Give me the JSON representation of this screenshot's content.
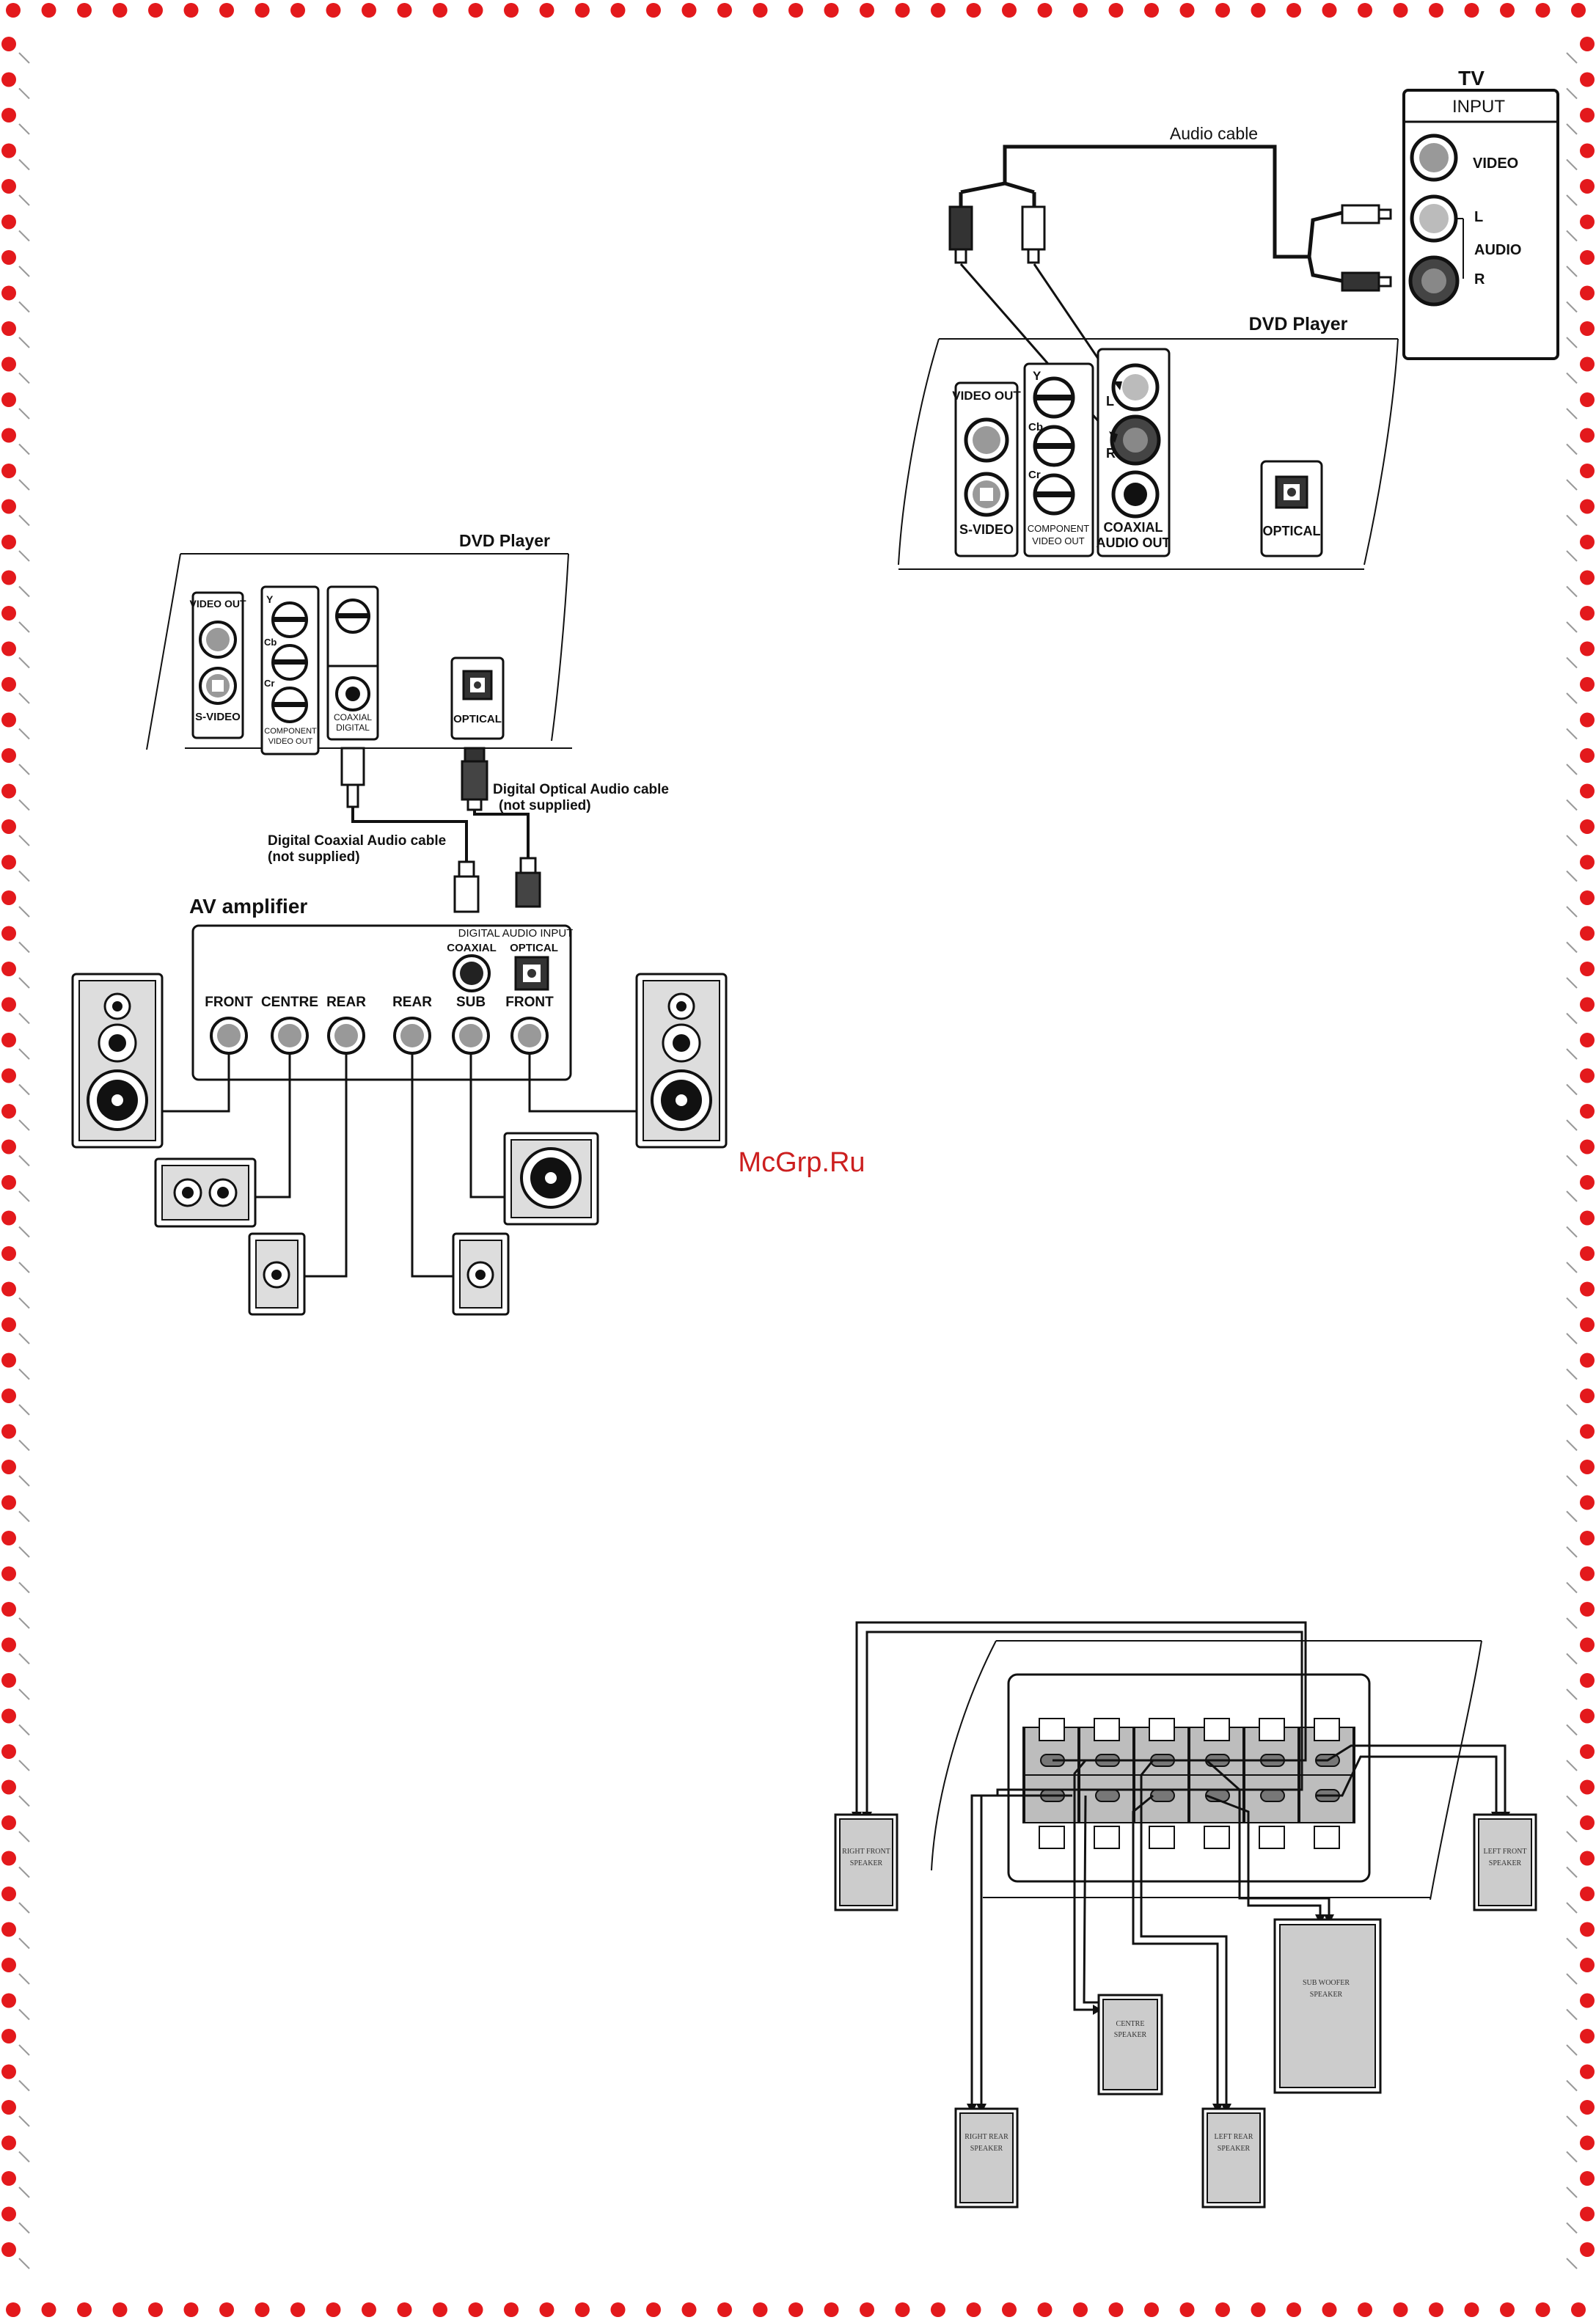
{
  "watermark": "McGrp.Ru",
  "colors": {
    "border_dot": "#e3191c",
    "watermark": "#cc1f1f",
    "jack_grey": "#999999",
    "speaker_grey": "#cccccc"
  },
  "tv_diagram": {
    "tv_title": "TV",
    "tv_input": "INPUT",
    "video": "VIDEO",
    "left": "L",
    "audio": "AUDIO",
    "right": "R",
    "audio_cable": "Audio cable",
    "dvd_player": "DVD Player",
    "video_out": "VIDEO OUT",
    "s_video": "S-VIDEO",
    "y": "Y",
    "cb": "Cb",
    "cr": "Cr",
    "component_video_out_1": "COMPONENT",
    "component_video_out_2": "VIDEO OUT",
    "l": "L",
    "r": "R",
    "coaxial_audio_out_1": "COAXIAL",
    "coaxial_audio_out_2": "AUDIO OUT",
    "optical": "OPTICAL"
  },
  "amp_diagram": {
    "dvd_player": "DVD Player",
    "video_out": "VIDEO OUT",
    "s_video": "S-VIDEO",
    "y": "Y",
    "cb": "Cb",
    "cr": "Cr",
    "component_1": "COMPONENT",
    "component_2": "VIDEO OUT",
    "coaxial_1": "COAXIAL",
    "coaxial_2": "DIGITAL",
    "optical": "OPTICAL",
    "optical_cable_1": "Digital Optical Audio cable",
    "optical_cable_2": "(not supplied)",
    "coax_cable_1": "Digital Coaxial  Audio cable",
    "coax_cable_2": "(not supplied)",
    "av_amplifier": "AV amplifier",
    "digital_audio_input": "DIGITAL AUDIO INPUT",
    "amp_coaxial": "COAXIAL",
    "amp_optical": "OPTICAL",
    "outputs": [
      "FRONT",
      "CENTRE",
      "REAR",
      "REAR",
      "SUB",
      "FRONT"
    ]
  },
  "speaker_diagram": {
    "right_front": [
      "RIGHT FRONT",
      "SPEAKER"
    ],
    "left_front": [
      "LEFT FRONT",
      "SPEAKER"
    ],
    "centre": [
      "CENTRE",
      "SPEAKER"
    ],
    "sub_woofer": [
      "SUB WOOFER",
      "SPEAKER"
    ],
    "right_rear": [
      "RIGHT REAR",
      "SPEAKER"
    ],
    "left_rear": [
      "LEFT REAR",
      "SPEAKER"
    ]
  }
}
